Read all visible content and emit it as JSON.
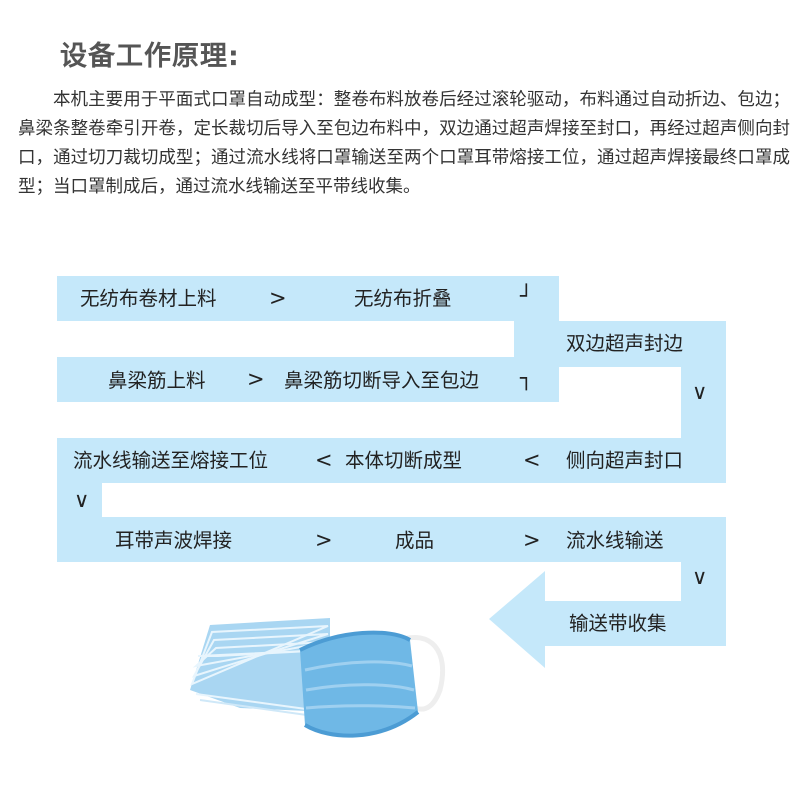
{
  "title": "设备工作原理:",
  "description": "本机主要用于平面式口罩自动成型：整卷布料放卷后经过滚轮驱动，布料通过自动折边、包边；鼻梁条整卷牵引开卷，定长裁切后导入至包边布料中，双边通过超声焊接至封口，再经过超声侧向封口，通过切刀裁切成型；通过流水线将口罩输送至两个口罩耳带熔接工位，通过超声焊接最终口罩成型；当口罩制成后，通过流水线输送至平带线收集。",
  "flow": {
    "steps": {
      "s1": "无纺布卷材上料",
      "s2": "无纺布折叠",
      "s3": "双边超声封边",
      "s4": "鼻梁筋上料",
      "s5": "鼻梁筋切断导入至包边",
      "s6": "流水线输送至熔接工位",
      "s7": "本体切断成型",
      "s8": "侧向超声封口",
      "s9": "耳带声波焊接",
      "s10": "成品",
      "s11": "流水线输送",
      "s12": "输送带收集"
    },
    "symbols": {
      "gt": ">",
      "lt": "<",
      "down": "∨",
      "corner_down": "┘",
      "corner_up": "┐"
    }
  },
  "colors": {
    "band": "#c5e8fa",
    "mask": "#6fb8e6"
  }
}
